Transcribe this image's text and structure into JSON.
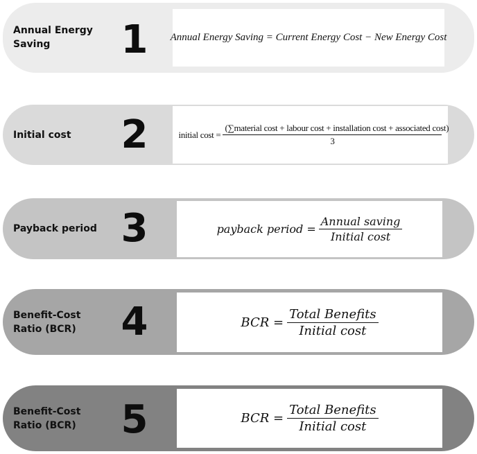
{
  "steps": [
    {
      "label": "Annual Energy\nSaving",
      "number": "1",
      "formula": {
        "text": "Annual Energy Saving = Current Energy Cost − New Energy Cost"
      }
    },
    {
      "label": "Initial cost",
      "number": "2",
      "formula": {
        "lhs": "initial cost =",
        "numerator": "(∑material cost + labour cost + installation cost +  associated cost)",
        "denominator": "3"
      }
    },
    {
      "label": "Payback period",
      "number": "3",
      "formula": {
        "lhs": "payback period =",
        "numerator": "Annual saving",
        "denominator": "Initial cost"
      }
    },
    {
      "label": "Benefit-Cost\nRatio (BCR)",
      "number": "4",
      "formula": {
        "lhs": "BCR =",
        "numerator": "Total Benefits",
        "denominator": "Initial cost"
      }
    },
    {
      "label": "Benefit-Cost\nRatio (BCR)",
      "number": "5",
      "formula": {
        "lhs": "BCR =",
        "numerator": "Total Benefits",
        "denominator": "Initial cost"
      }
    }
  ],
  "colors": {
    "pill_1": "#ececec",
    "pill_2": "#dadada",
    "pill_3": "#c4c4c4",
    "pill_4": "#a6a6a6",
    "pill_5": "#828282",
    "formula_background": "#ffffff",
    "text": "#111111"
  }
}
